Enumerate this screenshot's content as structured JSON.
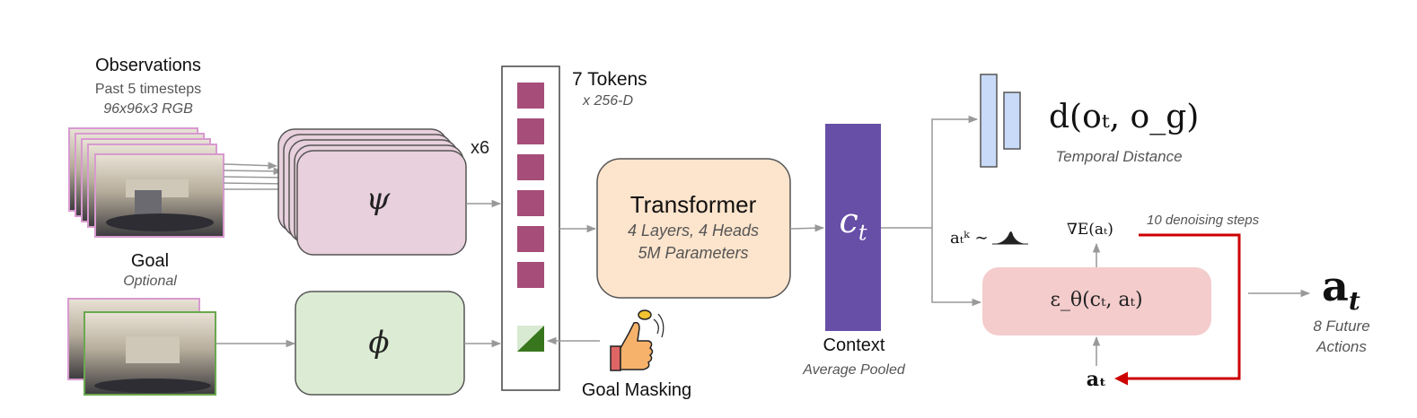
{
  "observations": {
    "title": "Observations",
    "line1": "Past 5 timesteps",
    "line2": "96x96x3 RGB"
  },
  "goal": {
    "title": "Goal",
    "subtitle": "Optional"
  },
  "encoders": {
    "obs_symbol": "ψ",
    "stack_count": "x6",
    "goal_symbol": "ϕ"
  },
  "tokens": {
    "title": "7 Tokens",
    "subtitle": "x 256-D"
  },
  "goal_masking": {
    "label": "Goal Masking"
  },
  "transformer": {
    "title": "Transformer",
    "line1": "4 Layers, 4 Heads",
    "line2": "5M Parameters"
  },
  "context": {
    "symbol": "c",
    "subscript": "t",
    "label": "Context",
    "sublabel": "Average Pooled"
  },
  "distance": {
    "formula": "d(oₜ, o_g)",
    "label": "Temporal Distance"
  },
  "diffusion": {
    "noise_formula": "aₜᵏ ∼",
    "gradient": "∇E(aₜ)",
    "steps_label": "10 denoising steps",
    "network": "ε_θ(cₜ, aₜ)",
    "input_action": "aₜ"
  },
  "output": {
    "symbol": "a",
    "subscript": "t",
    "line1": "8 Future",
    "line2": "Actions"
  },
  "colors": {
    "obs_encoder": "#e8d0dc",
    "goal_encoder": "#dcecd4",
    "token": "#a64d79",
    "goal_token": "#38761d",
    "transformer": "#fde4cc",
    "context": "#674ea7",
    "distance_head": "#c9daf8",
    "noise_net": "#f4cccc",
    "denoise_loop": "#cc0000",
    "arrow": "#999999"
  }
}
